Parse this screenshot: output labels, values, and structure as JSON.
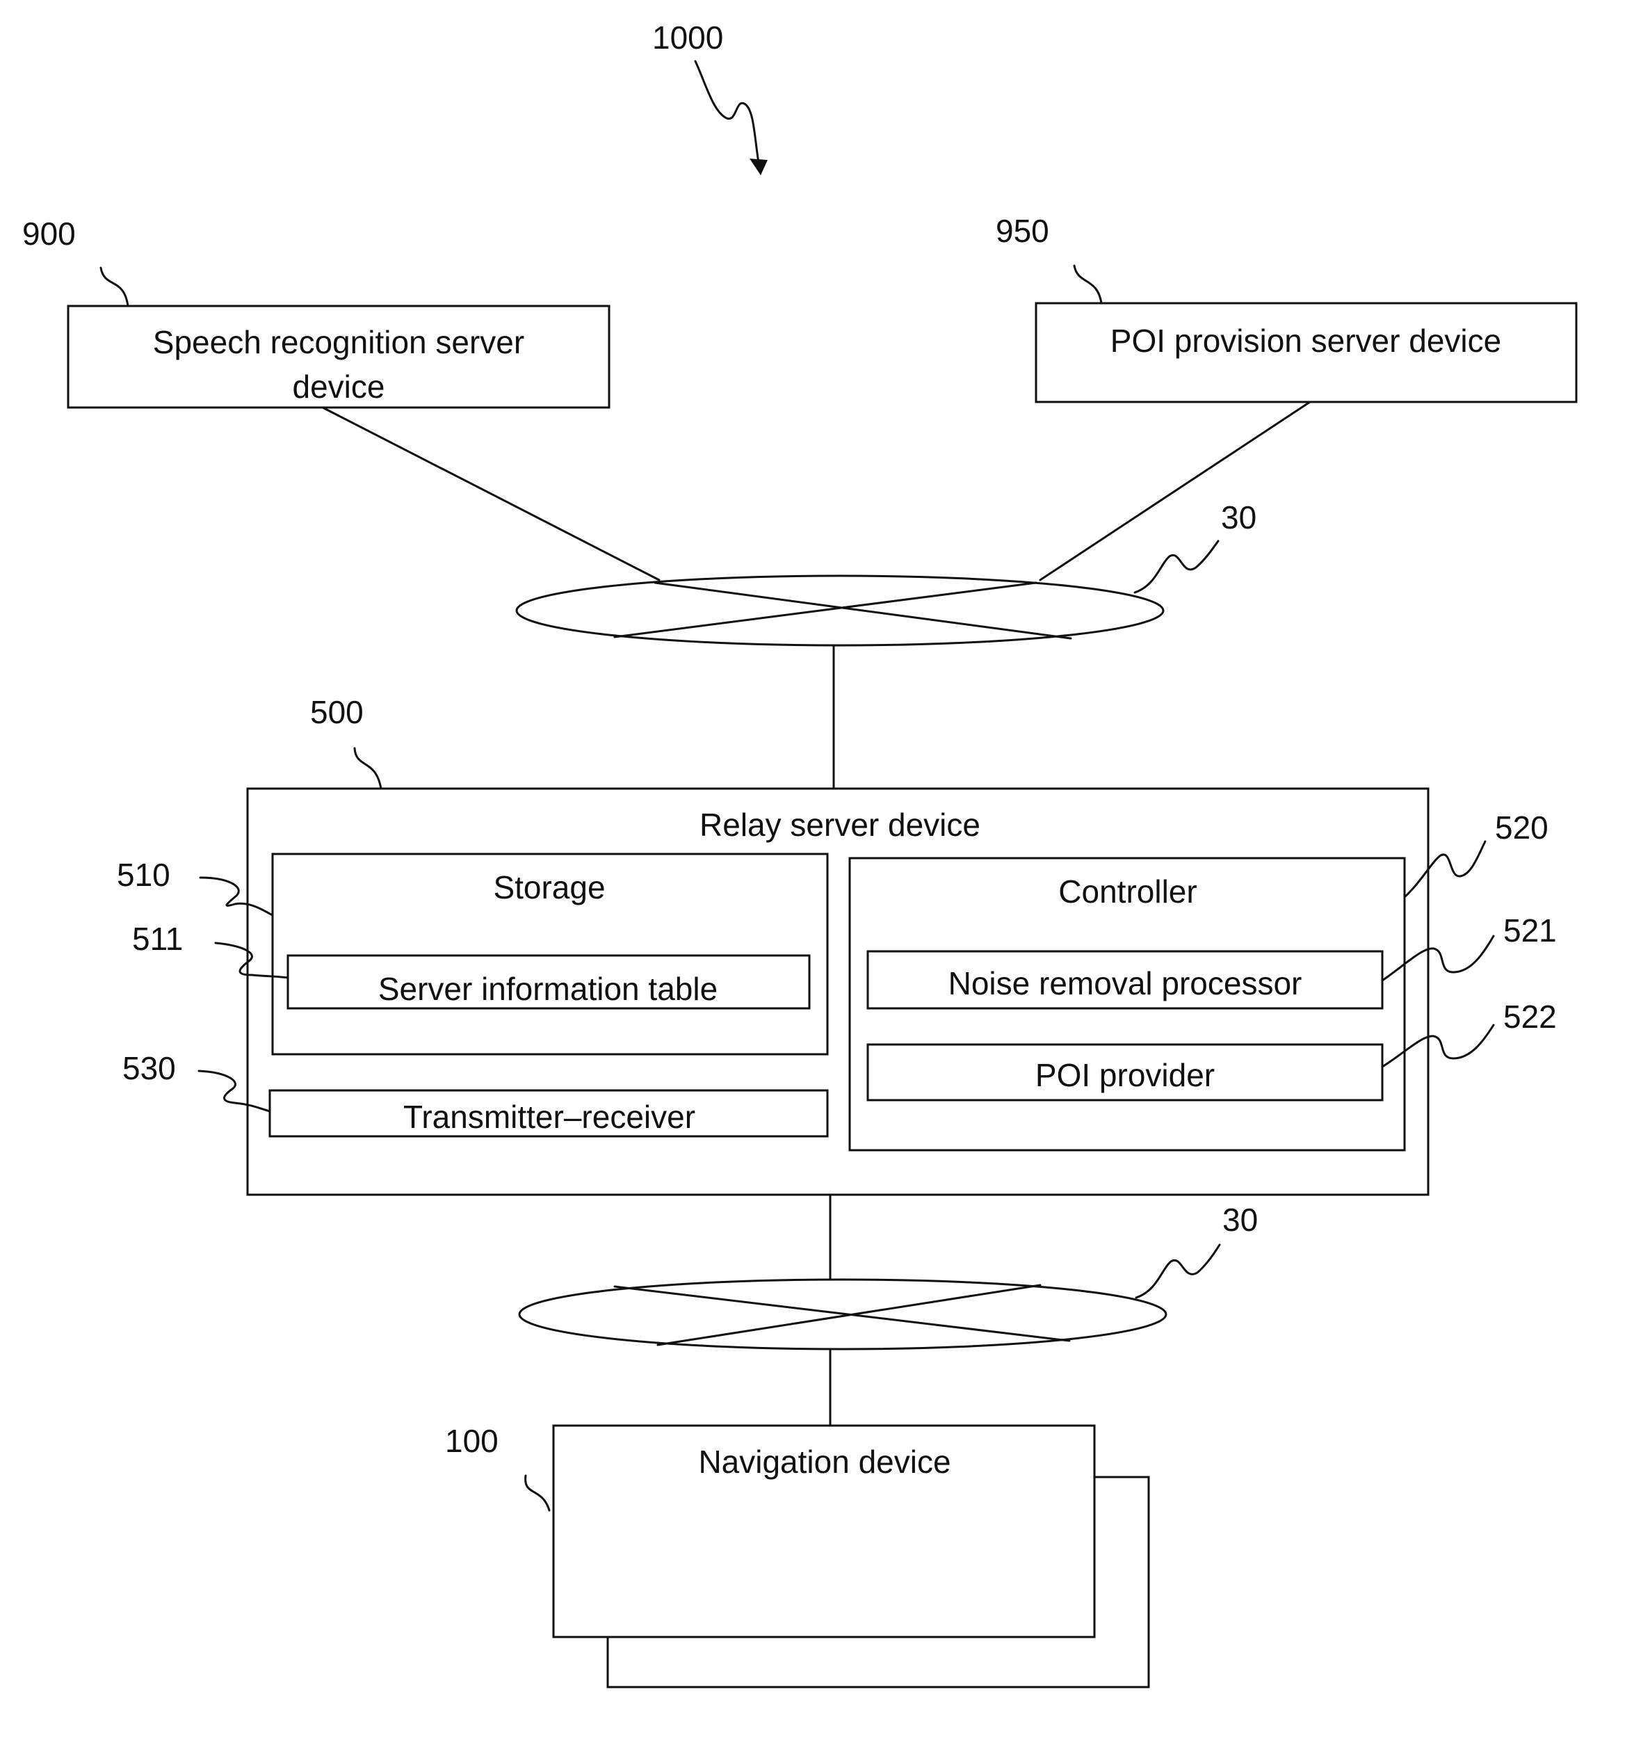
{
  "figure": {
    "system_ref": "1000"
  },
  "speech_server": {
    "ref": "900",
    "label_line1": "Speech recognition server",
    "label_line2": "device"
  },
  "poi_server": {
    "ref": "950",
    "label": "POI provision server device"
  },
  "network_upper": {
    "ref": "30"
  },
  "network_lower": {
    "ref": "30"
  },
  "relay_server": {
    "ref": "500",
    "label": "Relay server device",
    "storage": {
      "ref": "510",
      "label": "Storage",
      "server_info_table": {
        "ref": "511",
        "label": "Server information table"
      }
    },
    "transmitter_receiver": {
      "ref": "530",
      "label": "Transmitter–receiver"
    },
    "controller": {
      "ref": "520",
      "label": "Controller",
      "noise_removal": {
        "ref": "521",
        "label": "Noise removal processor"
      },
      "poi_provider": {
        "ref": "522",
        "label": "POI provider"
      }
    }
  },
  "navigation": {
    "ref": "100",
    "label": "Navigation device"
  }
}
